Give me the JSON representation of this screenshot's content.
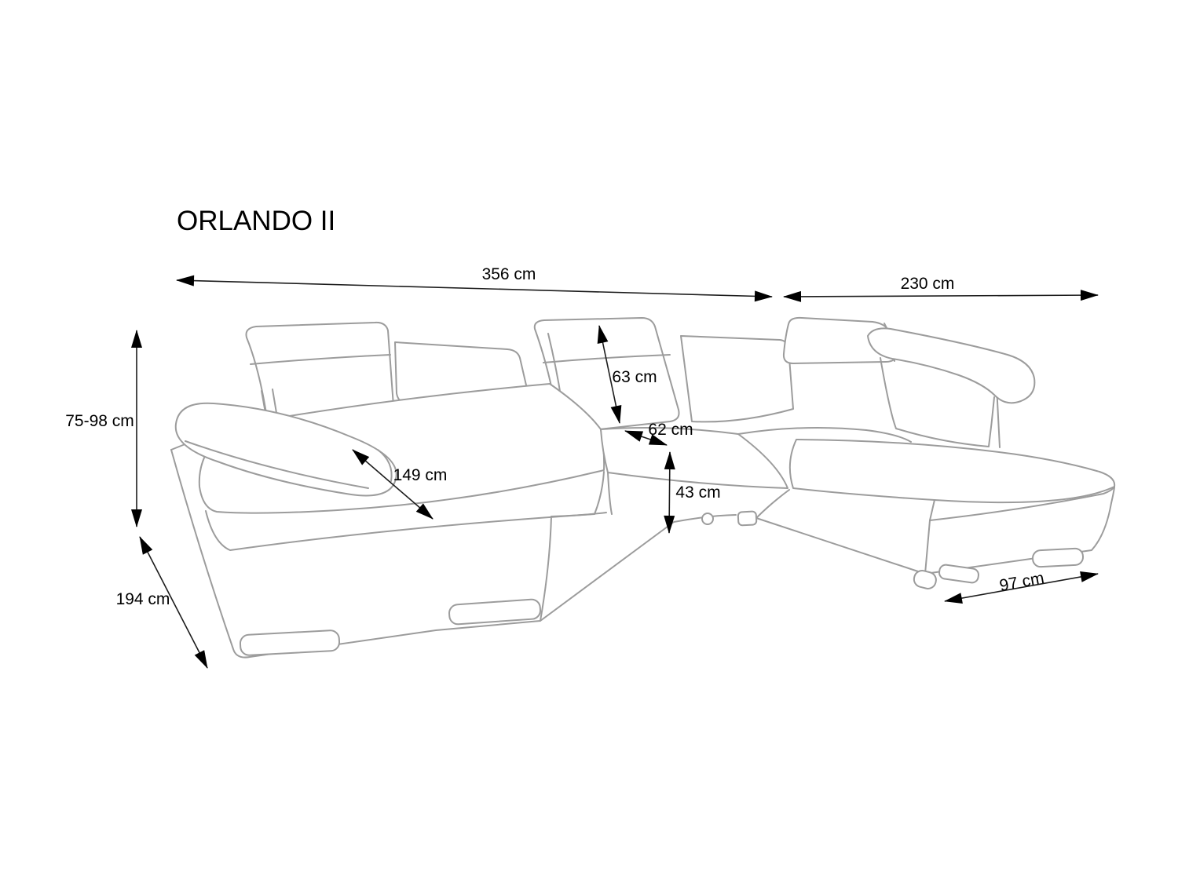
{
  "title": "ORLANDO II",
  "labels": {
    "total_width": "356 cm",
    "right_section_width": "230 cm",
    "height_range": "75-98 cm",
    "left_section_depth": "194 cm",
    "chaise_length": "149 cm",
    "backrest_height": "63 cm",
    "seat_depth": "62 cm",
    "seat_height": "43 cm",
    "right_chaise_width": "97 cm"
  },
  "colors": {
    "background": "#ffffff",
    "sofa_outline": "#9c9c9c",
    "dimension_lines": "#1c1c1c",
    "text": "#000000"
  }
}
